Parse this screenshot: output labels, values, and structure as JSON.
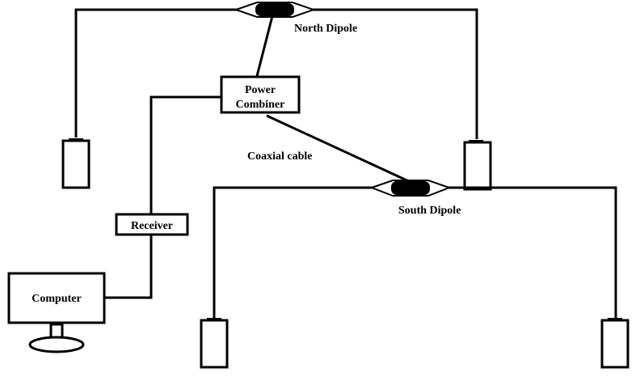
{
  "diagram": {
    "north_dipole_label": "North Dipole",
    "south_dipole_label": "South Dipole",
    "power_combiner_line1": "Power",
    "power_combiner_line2": "Combiner",
    "coax_label": "Coaxial cable",
    "receiver_label": "Receiver",
    "computer_label": "Computer"
  }
}
